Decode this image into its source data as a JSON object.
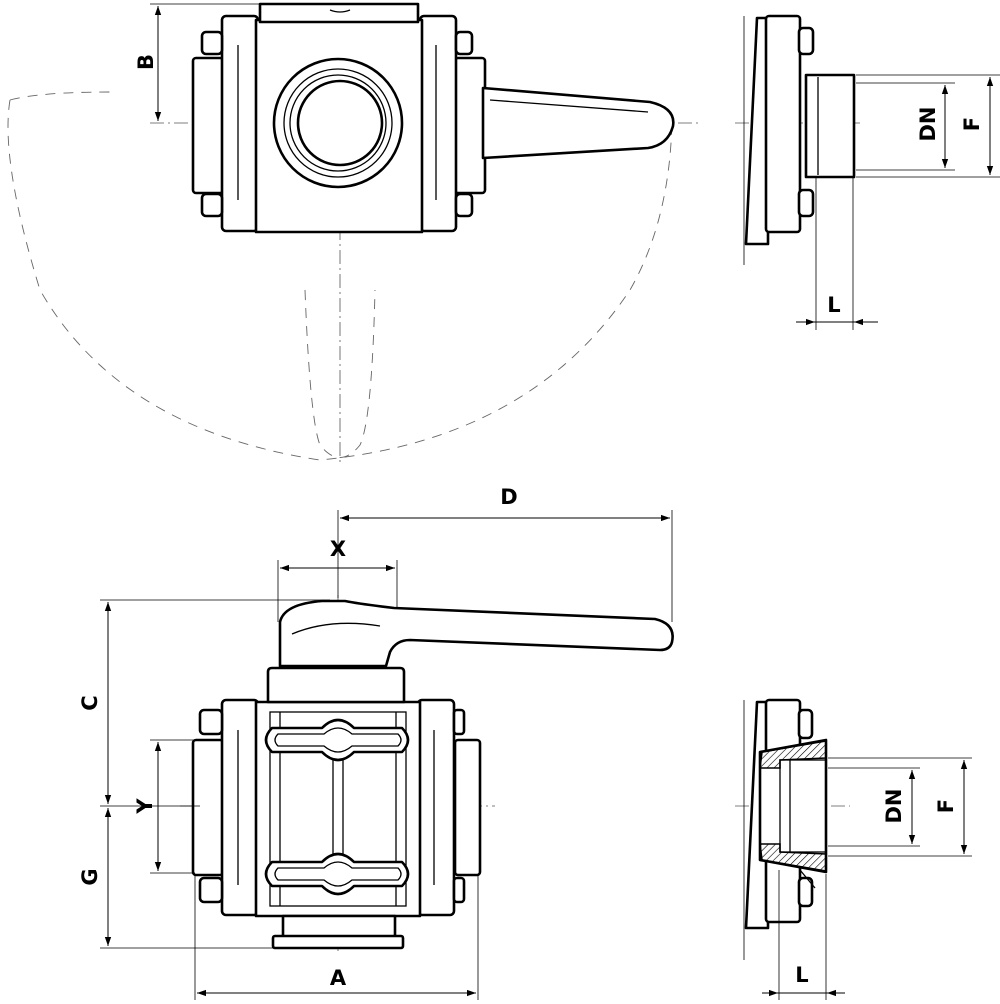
{
  "labels": {
    "b": "B",
    "dn_top": "DN",
    "f_top": "F",
    "l_top": "L",
    "d": "D",
    "x": "X",
    "c": "C",
    "y": "Y",
    "g": "G",
    "a": "A",
    "dn_bottom": "DN",
    "f_bottom": "F",
    "l_bottom": "L"
  },
  "colors": {
    "line": "#000000",
    "background": "#ffffff"
  }
}
